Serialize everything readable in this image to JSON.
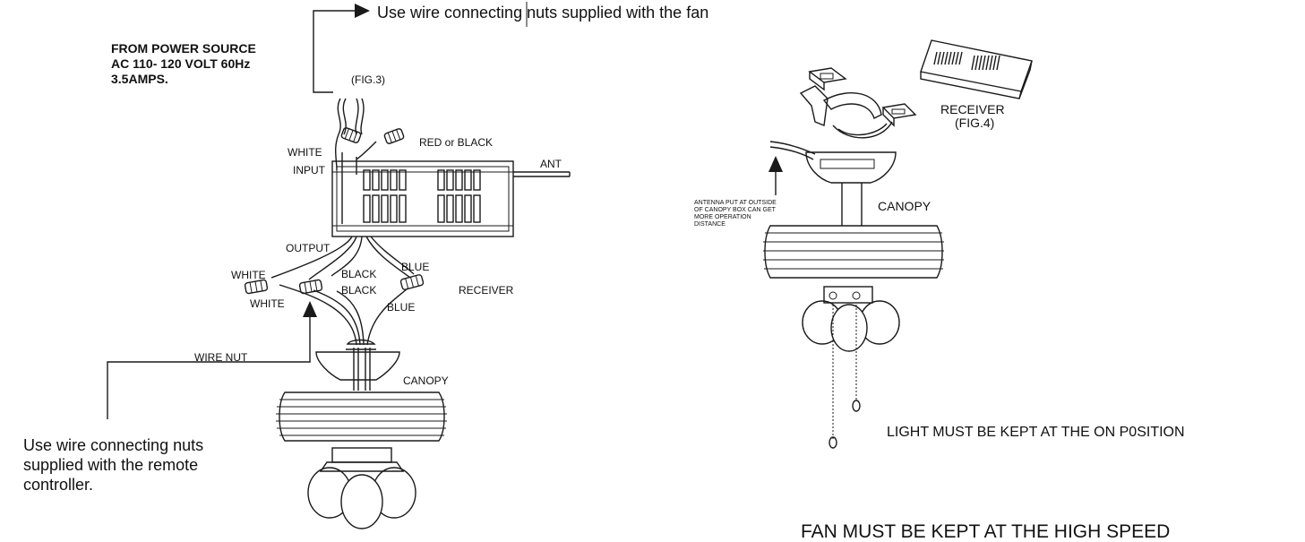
{
  "left_diagram": {
    "top_note": "Use wire connecting nuts supplied with the fan",
    "power_source": {
      "line1": "FROM POWER SOURCE",
      "line2": "AC 110- 120 VOLT 60Hz",
      "line3": "3.5AMPS."
    },
    "fig_label": "(FIG.3)",
    "white_top": "WHITE",
    "input": "INPUT",
    "red_black": "RED or BLACK",
    "ant": "ANT",
    "output": "OUTPUT",
    "white_upper": "WHITE",
    "black_upper": "BLACK",
    "blue_upper": "BLUE",
    "white_lower": "WHITE",
    "black_lower": "BLACK",
    "blue_lower": "BLUE",
    "receiver": "RECEIVER",
    "wire_nut": "WIRE NUT",
    "canopy": "CANOPY",
    "bottom_note": {
      "line1": "Use wire connecting nuts",
      "line2": "supplied with the remote",
      "line3": "controller."
    }
  },
  "right_diagram": {
    "receiver": "RECEIVER",
    "fig_label": "(FIG.4)",
    "antenna_note": {
      "line1": "ANTENNA PUT  AT OUTSIDE",
      "line2": "OF CANOPY BOX CAN GET",
      "line3": "MORE OPERATION",
      "line4": "DISTANCE"
    },
    "canopy": "CANOPY",
    "light_note": "LIGHT MUST BE KEPT AT THE ON P0SITION",
    "fan_note": "FAN MUST BE KEPT AT THE HIGH SPEED"
  }
}
